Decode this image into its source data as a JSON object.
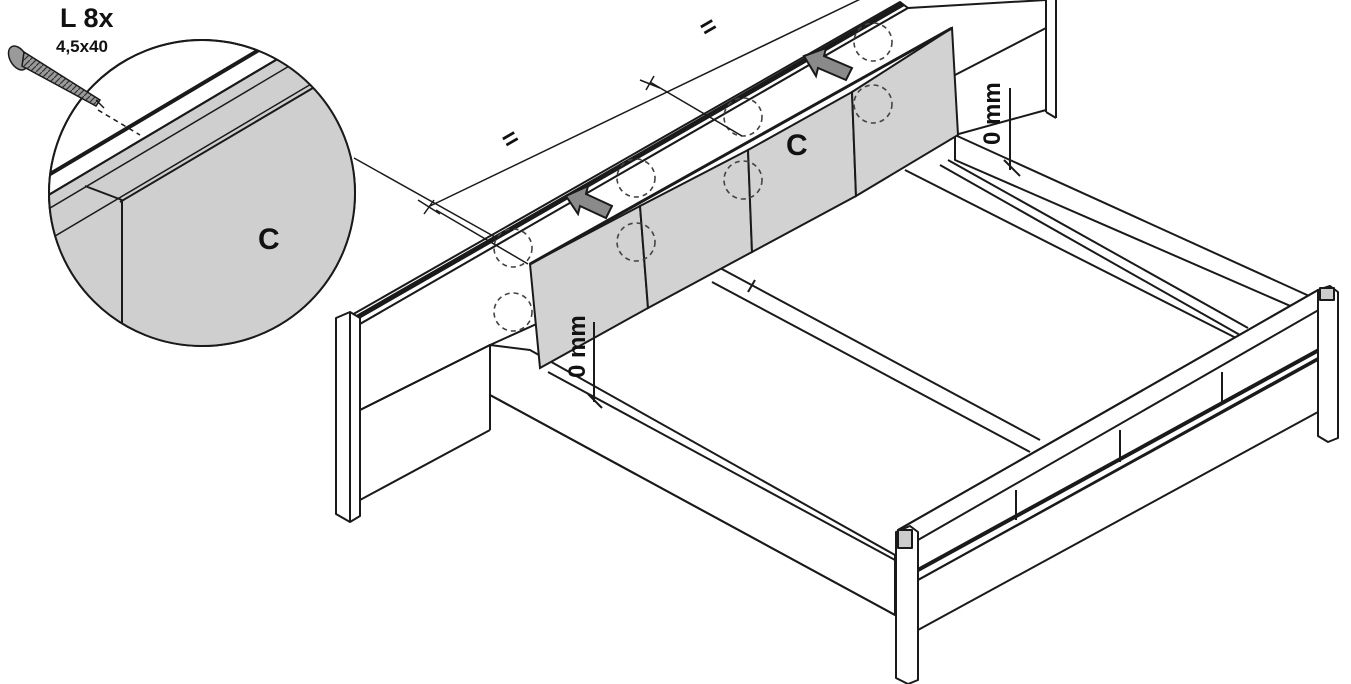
{
  "hardware": {
    "part_letter": "L",
    "quantity": "8x",
    "label": "L 8x",
    "size": "4,5x40"
  },
  "panel_label": "C",
  "detail_label": "C",
  "gap_label_right": "0 mm",
  "gap_label_left": "0 mm",
  "equal_mark": "=",
  "colors": {
    "line": "#1a1a1a",
    "panel": "#d2d2d2",
    "detail_fill": "#cfcfcf",
    "arrow": "#7a7a7a"
  }
}
